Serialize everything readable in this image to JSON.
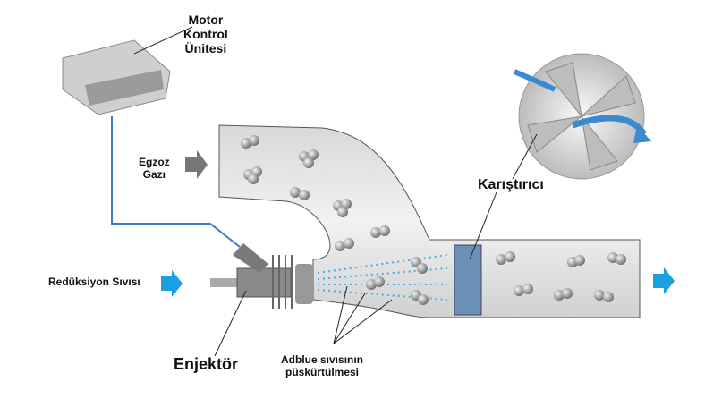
{
  "labels": {
    "ecu": [
      "Motor",
      "Kontrol",
      "Ünitesi"
    ],
    "exhaust": [
      "Egzoz",
      "Gazı"
    ],
    "reductant": "Redüksiyon Sıvısı",
    "injector": "Enjektör",
    "spray": [
      "Adblue sıvısının",
      "püskürtülmesi"
    ],
    "mixer": "Karıştırıcı"
  },
  "colors": {
    "wire": "#3a78c8",
    "fluid_arrow": "#1aa0e0",
    "gas_arrow": "#777777",
    "pipe": "#e4e4e4",
    "spray": "#4aa8e8"
  }
}
